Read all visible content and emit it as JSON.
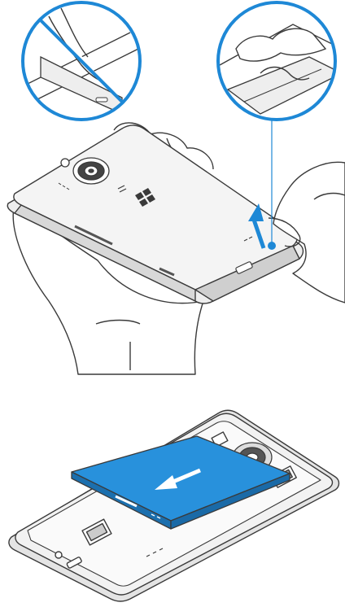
{
  "illustration": {
    "top_panel": {
      "callout_left": "wrong-grip-prohibited",
      "callout_right": "correct-lift-point",
      "action": "lift-back-cover"
    },
    "bottom_panel": {
      "action": "slide-battery-out"
    }
  },
  "colors": {
    "accent_blue": "#1e88d6",
    "battery_blue": "#2891dc",
    "line_gray": "#3a3a3a",
    "fill_light": "#f2f2f2",
    "fill_mid": "#d9d9d9"
  },
  "icons": {
    "prohibited": "prohibited-icon",
    "arrow_up": "arrow-up-icon",
    "arrow_left": "arrow-left-icon",
    "logo": "windows-logo-icon"
  }
}
